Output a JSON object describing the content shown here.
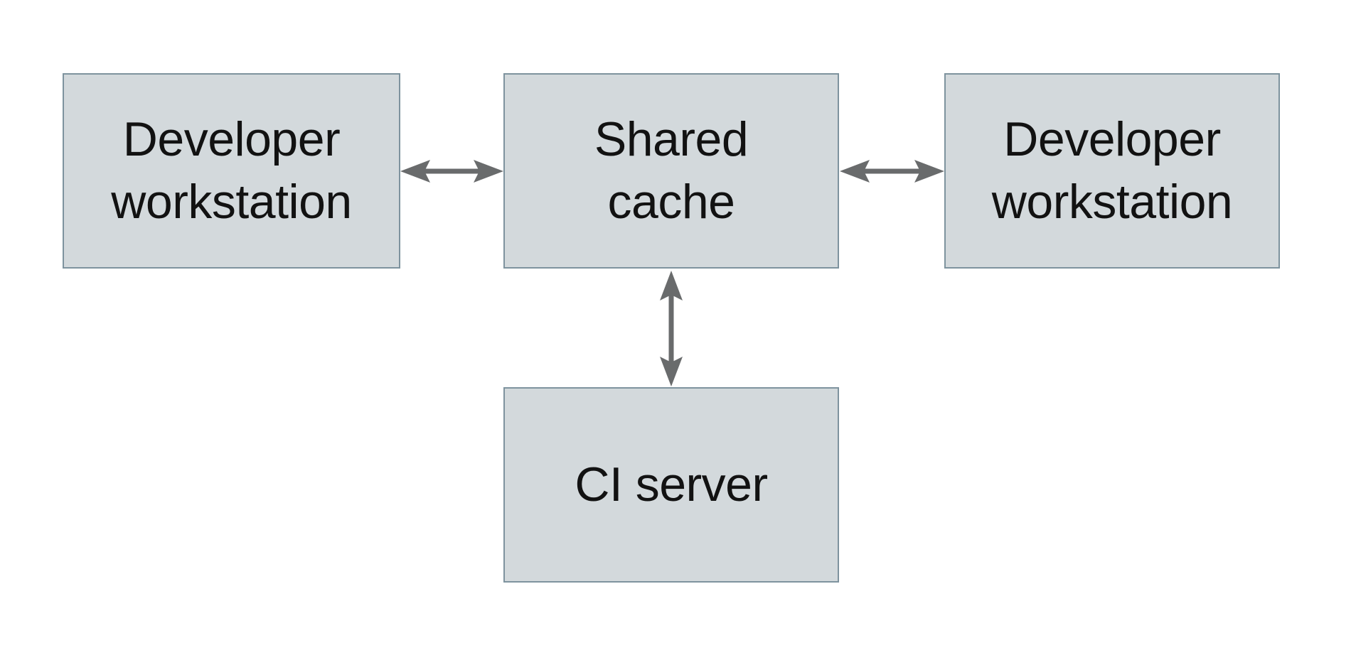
{
  "diagram": {
    "background": "#ffffff",
    "node_fill": "#d3d9dc",
    "node_border": "#7e939e",
    "arrow_color": "#696b6c",
    "text_color": "#121212",
    "nodes": [
      {
        "id": "developer-workstation-left",
        "label": "Developer\nworkstation"
      },
      {
        "id": "shared-cache",
        "label": "Shared\ncache"
      },
      {
        "id": "developer-workstation-right",
        "label": "Developer\nworkstation"
      },
      {
        "id": "ci-server",
        "label": "CI server"
      }
    ],
    "edges": [
      {
        "from": "developer-workstation-left",
        "to": "shared-cache",
        "type": "bidirectional"
      },
      {
        "from": "shared-cache",
        "to": "developer-workstation-right",
        "type": "bidirectional"
      },
      {
        "from": "shared-cache",
        "to": "ci-server",
        "type": "bidirectional"
      }
    ]
  }
}
